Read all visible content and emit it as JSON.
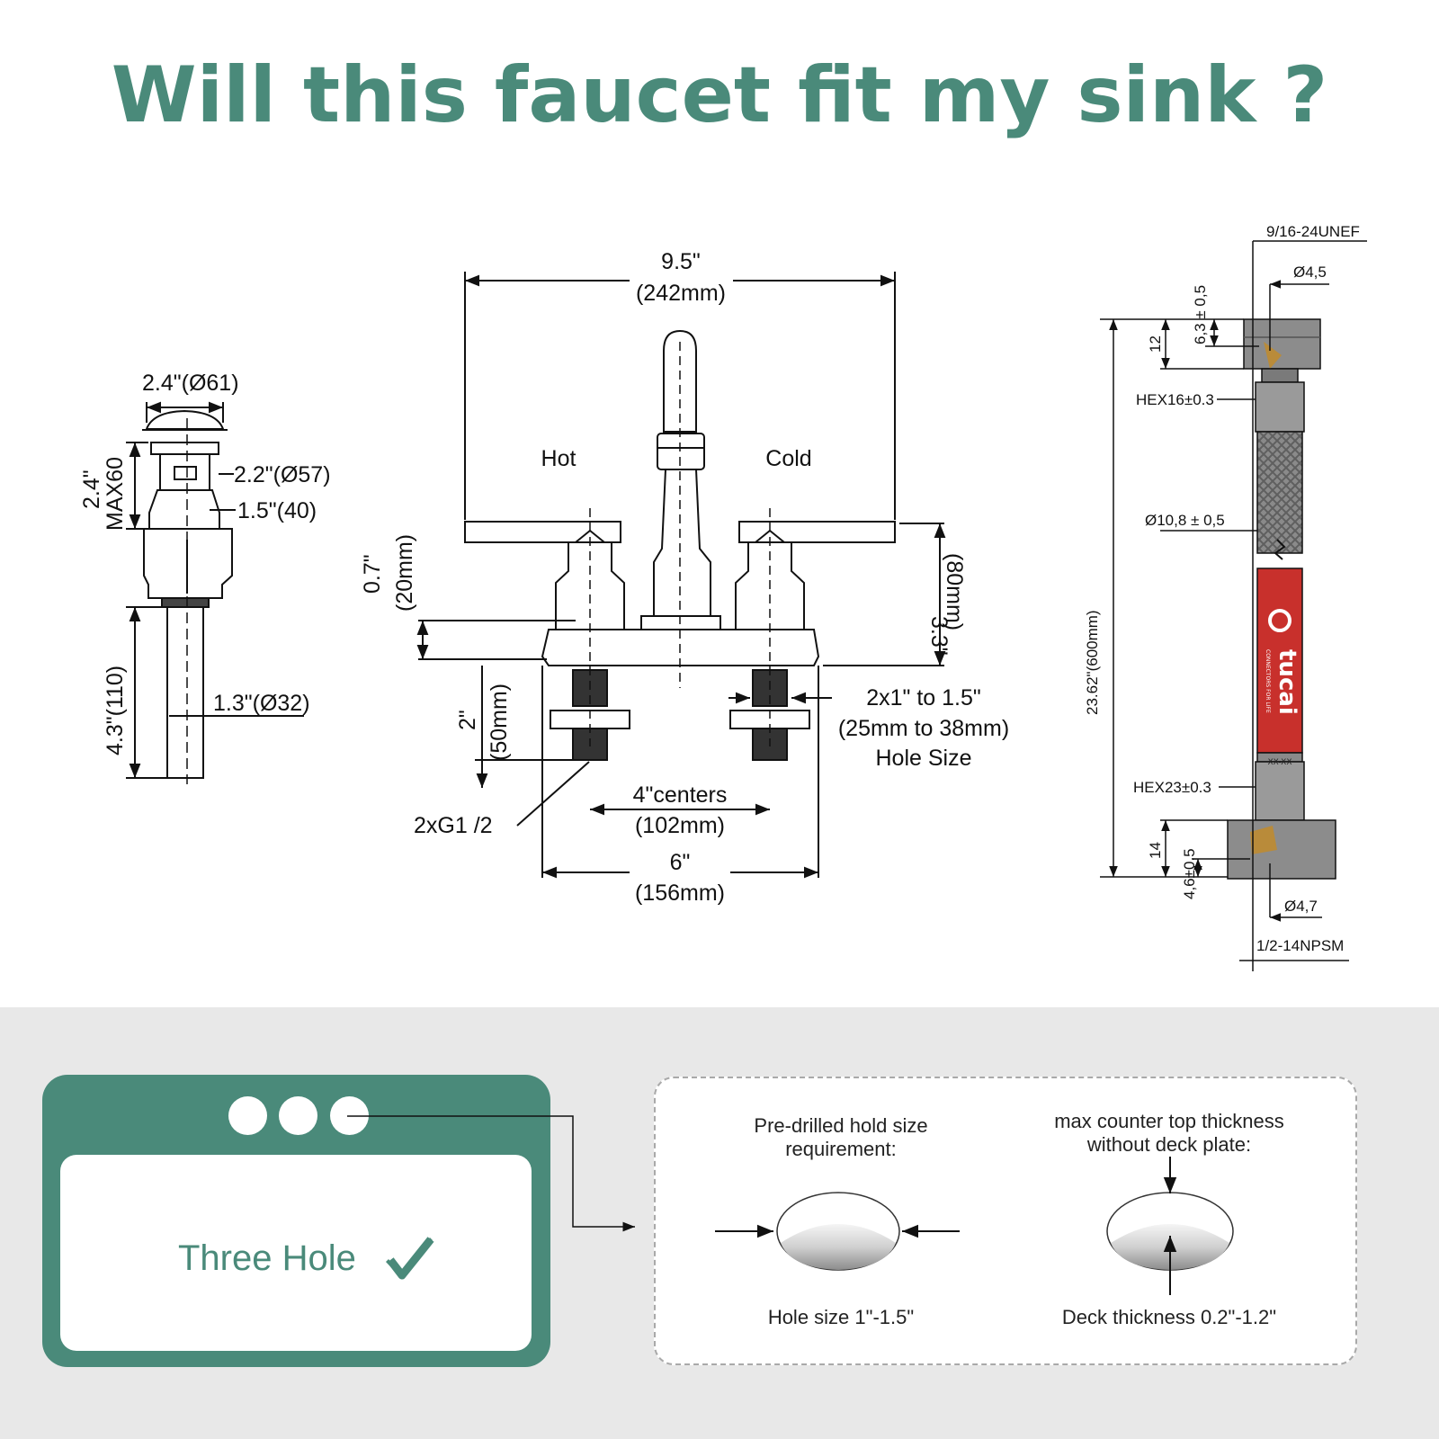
{
  "title": "Will this faucet fit my sink ?",
  "colors": {
    "accent": "#4a8a7a",
    "band": "#e8e8e8",
    "hose_red": "#c8302c",
    "line": "#111111"
  },
  "drain": {
    "top_diameter": "2.4\"(Ø61)",
    "height": "2.4\"",
    "height_max": "MAX60",
    "flange_diameter": "2.2\"(Ø57)",
    "body_diameter": "1.5\"(40)",
    "tail_length": "4.3\"(110)",
    "tail_diameter": "1.3\"(Ø32)"
  },
  "faucet": {
    "width_in": "9.5\"",
    "width_mm": "(242mm)",
    "hot_label": "Hot",
    "cold_label": "Cold",
    "base_height_in": "0.7\"",
    "base_height_mm": "(20mm)",
    "handle_height_in": "3.3\"",
    "handle_height_mm": "(80mm)",
    "shank_length_in": "2\"",
    "shank_length_mm": "(50mm)",
    "hole_size_line1": "2x1\" to 1.5\"",
    "hole_size_line2": "(25mm to 38mm)",
    "hole_size_line3": "Hole Size",
    "centers_in": "4\"centers",
    "centers_mm": "(102mm)",
    "connection": "2xG1 /2",
    "base_width_in": "6\"",
    "base_width_mm": "(156mm)"
  },
  "hose": {
    "top_thread": "9/16-24UNEF",
    "top_bore": "Ø4,5",
    "top_depth": "6,3 ± 0,5",
    "top_nut_len": "12",
    "hex_top": "HEX16±0.3",
    "hose_diameter": "Ø10,8 ± 0,5",
    "length": "23.62\"(600mm)",
    "hex_bottom": "HEX23±0.3",
    "bottom_nut_len": "14",
    "bottom_depth": "4,6±0,5",
    "bottom_bore": "Ø4,7",
    "bottom_thread": "1/2-14NPSM",
    "brand": "tucai",
    "brand_tagline": "CONNECTORS FOR LIFE",
    "band_code": "XX-XX"
  },
  "sink_type": {
    "label": "Three Hole",
    "check_icon": "checkmark-icon"
  },
  "requirements": {
    "hole_title": "Pre-drilled hold size requirement:",
    "hole_value": "Hole size 1\"-1.5\"",
    "deck_title": "max counter top thickness without deck plate:",
    "deck_value": "Deck thickness 0.2\"-1.2\""
  }
}
